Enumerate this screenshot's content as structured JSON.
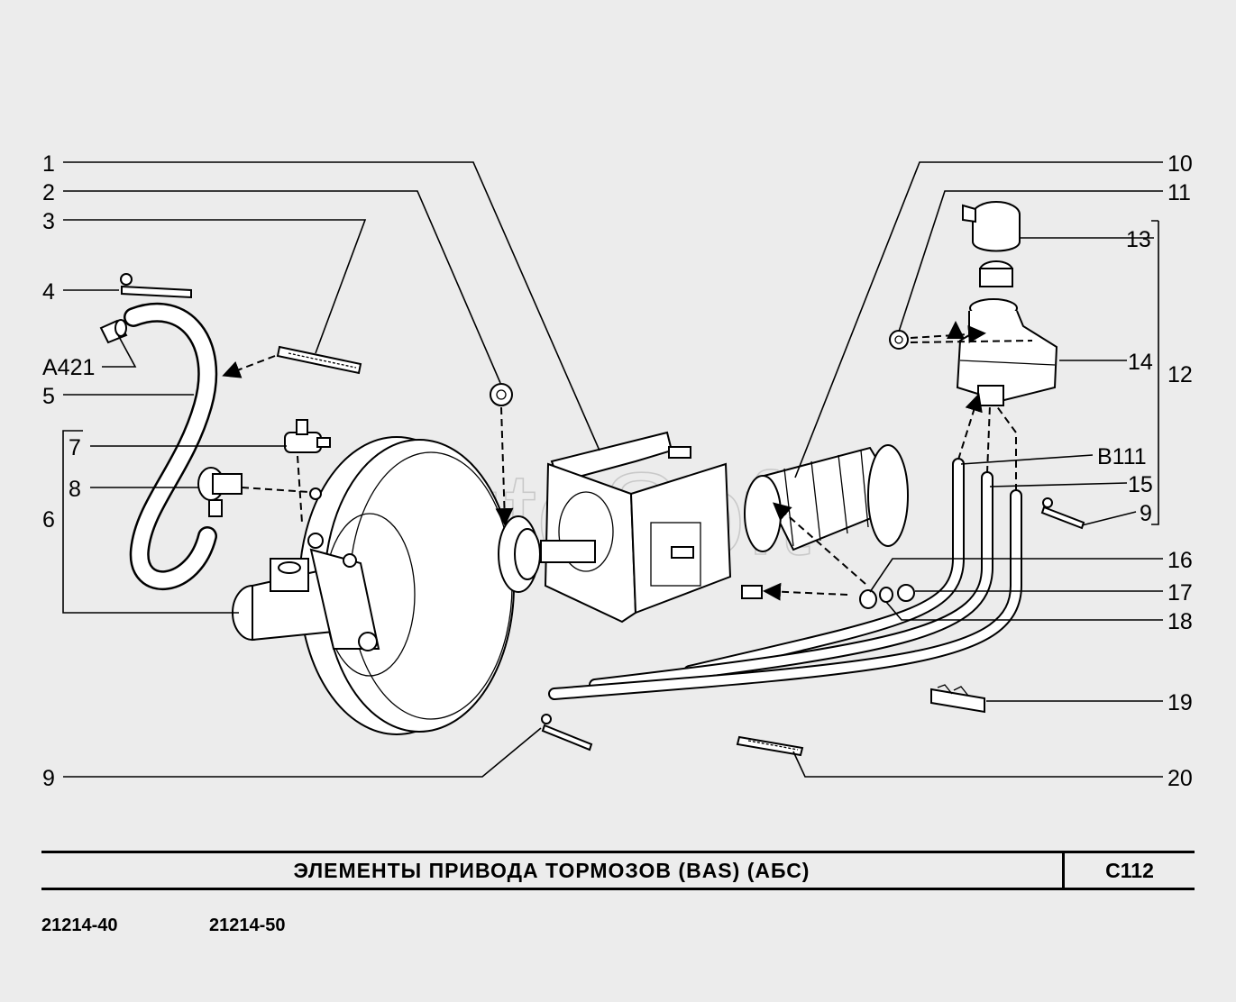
{
  "callouts": {
    "c1": "1",
    "c2": "2",
    "c3": "3",
    "c4": "4",
    "a421": "A421",
    "c5": "5",
    "c6": "6",
    "c7": "7",
    "c8": "8",
    "c9_left": "9",
    "c10": "10",
    "c11": "11",
    "c12": "12",
    "c13": "13",
    "c14": "14",
    "b111": "B111",
    "c15": "15",
    "c9_right": "9",
    "c16": "16",
    "c17": "17",
    "c18": "18",
    "c19": "19",
    "c20": "20"
  },
  "watermark": "AutoSoft",
  "title_block": {
    "title": "ЭЛЕМЕНТЫ  ПРИВОДА  ТОРМОЗОВ  (BAS)  (АБС)",
    "code": "C112"
  },
  "models": [
    "21214-40",
    "21214-50"
  ]
}
